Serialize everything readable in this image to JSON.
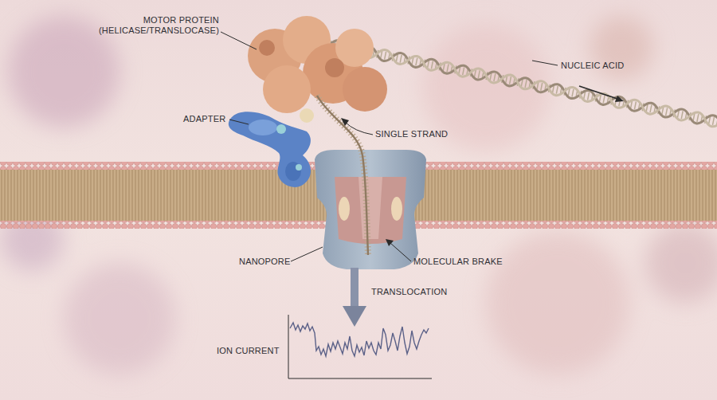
{
  "diagram": {
    "labels": [
      "MOTOR PROTEIN (HELICASE/TRANSLOCASE)",
      "NUCLEIC ACID",
      "ADAPTER",
      "SINGLE STRAND",
      "NANOPORE",
      "MOLECULAR BRAKE",
      "TRANSLOCATION",
      "ION CURRENT"
    ]
  }
}
